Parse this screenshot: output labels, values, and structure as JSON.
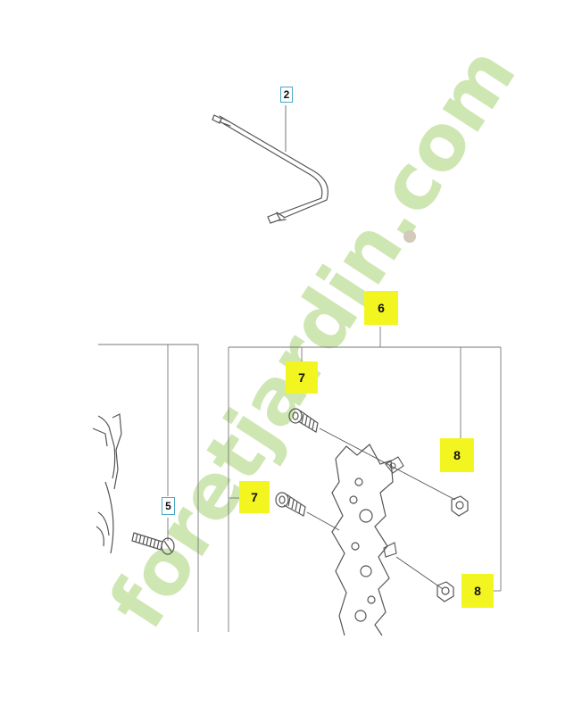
{
  "callouts": {
    "c2": "2",
    "c5": "5",
    "c6": "6",
    "c7a": "7",
    "c7b": "7",
    "c8a": "8",
    "c8b": "8"
  },
  "watermark": {
    "text": "foretjardin.com",
    "color": "#c6e3a5",
    "dot_color": "#cfc6b6"
  },
  "colors": {
    "line": "#555555",
    "leader": "#666666",
    "highlight": "#f3f520",
    "label_border": "#4aa6c8"
  }
}
